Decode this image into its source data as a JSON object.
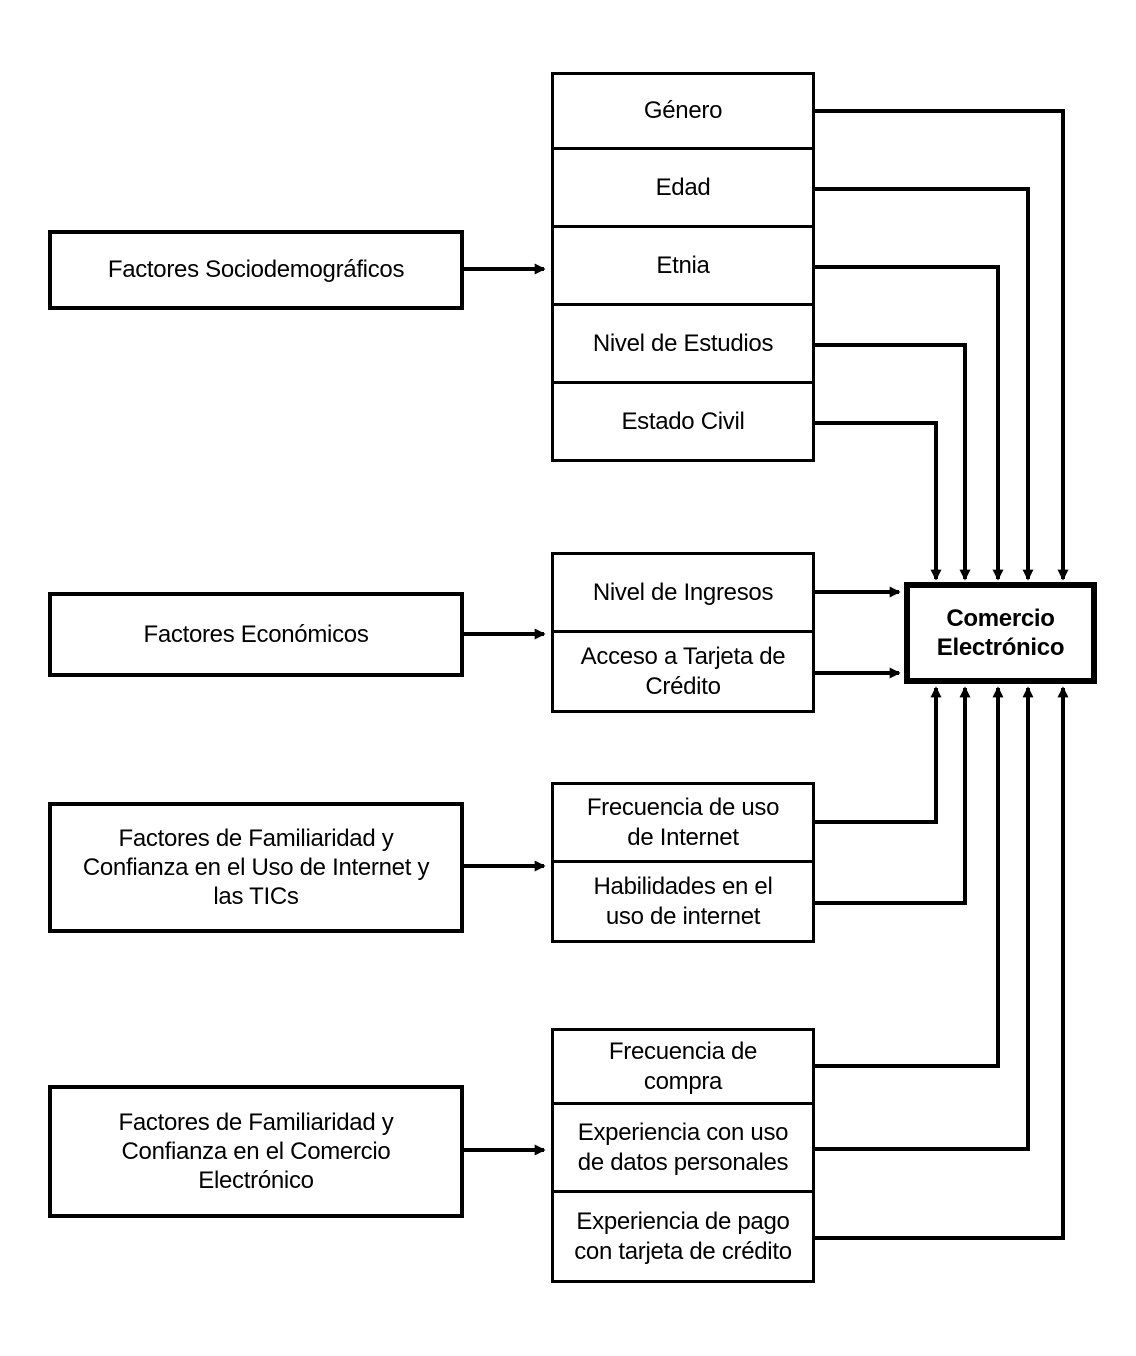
{
  "diagram": {
    "outcome": {
      "label": "Comercio\nElectrónico"
    },
    "groups": [
      {
        "category": "Factores Sociodemográficos",
        "factors": [
          "Género",
          "Edad",
          "Etnia",
          "Nivel de Estudios",
          "Estado Civil"
        ]
      },
      {
        "category": "Factores Económicos",
        "factors": [
          "Nivel de Ingresos",
          "Acceso a Tarjeta de\nCrédito"
        ]
      },
      {
        "category": "Factores de Familiaridad y\nConfianza en el Uso de Internet y\nlas TICs",
        "factors": [
          "Frecuencia de uso\nde Internet",
          "Habilidades en el\nuso de internet"
        ]
      },
      {
        "category": "Factores de Familiaridad y\nConfianza en el Comercio\nElectrónico",
        "factors": [
          "Frecuencia de\ncompra",
          "Experiencia con uso\nde datos personales",
          "Experiencia de pago\ncon tarjeta de crédito"
        ]
      }
    ],
    "colors": {
      "line": "#000000",
      "background": "#ffffff",
      "text": "#000000"
    }
  }
}
